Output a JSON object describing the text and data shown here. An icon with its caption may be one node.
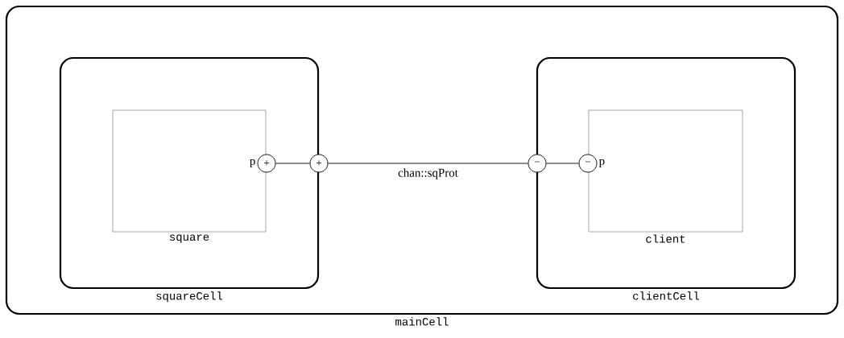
{
  "diagram": {
    "nodes": [
      {
        "text": [
          "mainCell"
        ]
      },
      {
        "text": [
          "squareCell"
        ],
        "in": 0
      },
      {
        "text": [
          "square"
        ],
        "in": 1
      },
      {
        "text": [
          "+"
        ],
        "beside": [
          "p"
        ],
        "in": 1
      },
      {
        "text": [
          "+"
        ],
        "in": 0
      },
      {
        "text": [
          "clientCell"
        ],
        "in": 0
      },
      {
        "text": [
          "client"
        ],
        "in": 5
      },
      {
        "text": [
          "−"
        ],
        "in": 0
      },
      {
        "text": [
          "−"
        ],
        "beside": [
          "p"
        ],
        "in": 5
      }
    ],
    "edges": [
      {
        "from": 3,
        "to": 4,
        "arrow": "none"
      },
      {
        "from": 4,
        "to": 7,
        "arrow": "none",
        "label": "chan::sqProt"
      },
      {
        "from": 7,
        "to": 8,
        "arrow": "none"
      }
    ]
  }
}
